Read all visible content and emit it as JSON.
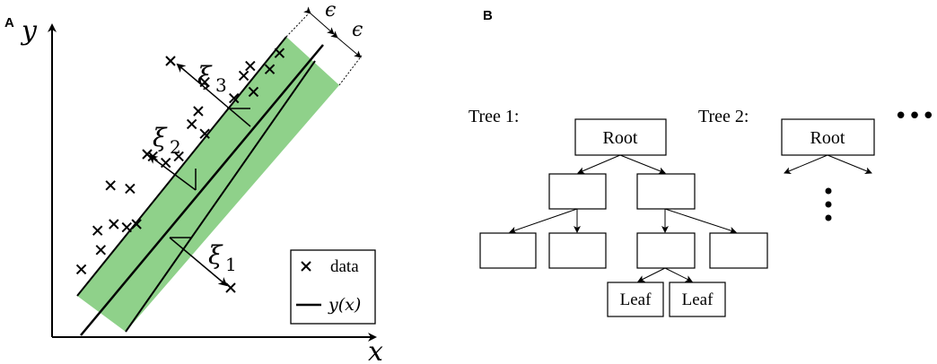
{
  "colors": {
    "band": "#8fd18a",
    "ink": "#000000"
  },
  "panel_a": {
    "label": "A",
    "axis_y": "y",
    "axis_x": "x",
    "epsilon_top": "ϵ",
    "epsilon_bottom": "ϵ",
    "xi": [
      {
        "name": "ξ",
        "sub": "3"
      },
      {
        "name": "ξ",
        "sub": "2"
      },
      {
        "name": "ξ",
        "sub": "1"
      }
    ],
    "legend": {
      "data_marker": "×",
      "data_label": "data",
      "fit_label_main": "y",
      "fit_label_paren": "(x)",
      "fit_label_func": "y(x)"
    },
    "points": [
      [
        0.7,
        0.88
      ],
      [
        0.67,
        0.83
      ],
      [
        0.61,
        0.84
      ],
      [
        0.59,
        0.81
      ],
      [
        0.62,
        0.76
      ],
      [
        0.47,
        0.79
      ],
      [
        0.56,
        0.74
      ],
      [
        0.45,
        0.7
      ],
      [
        0.43,
        0.66
      ],
      [
        0.47,
        0.63
      ],
      [
        0.39,
        0.56
      ],
      [
        0.31,
        0.56
      ],
      [
        0.35,
        0.54
      ],
      [
        0.24,
        0.46
      ],
      [
        0.18,
        0.47
      ],
      [
        0.26,
        0.35
      ],
      [
        0.23,
        0.34
      ],
      [
        0.19,
        0.35
      ],
      [
        0.14,
        0.33
      ],
      [
        0.15,
        0.27
      ],
      [
        0.09,
        0.21
      ]
    ]
  },
  "panel_b": {
    "label": "B",
    "tree1_label": "Tree 1:",
    "tree2_label": "Tree 2:",
    "root1": "Root",
    "root2": "Root",
    "leaf_left": "Leaf",
    "leaf_right": "Leaf",
    "ellipsis": "•••"
  }
}
